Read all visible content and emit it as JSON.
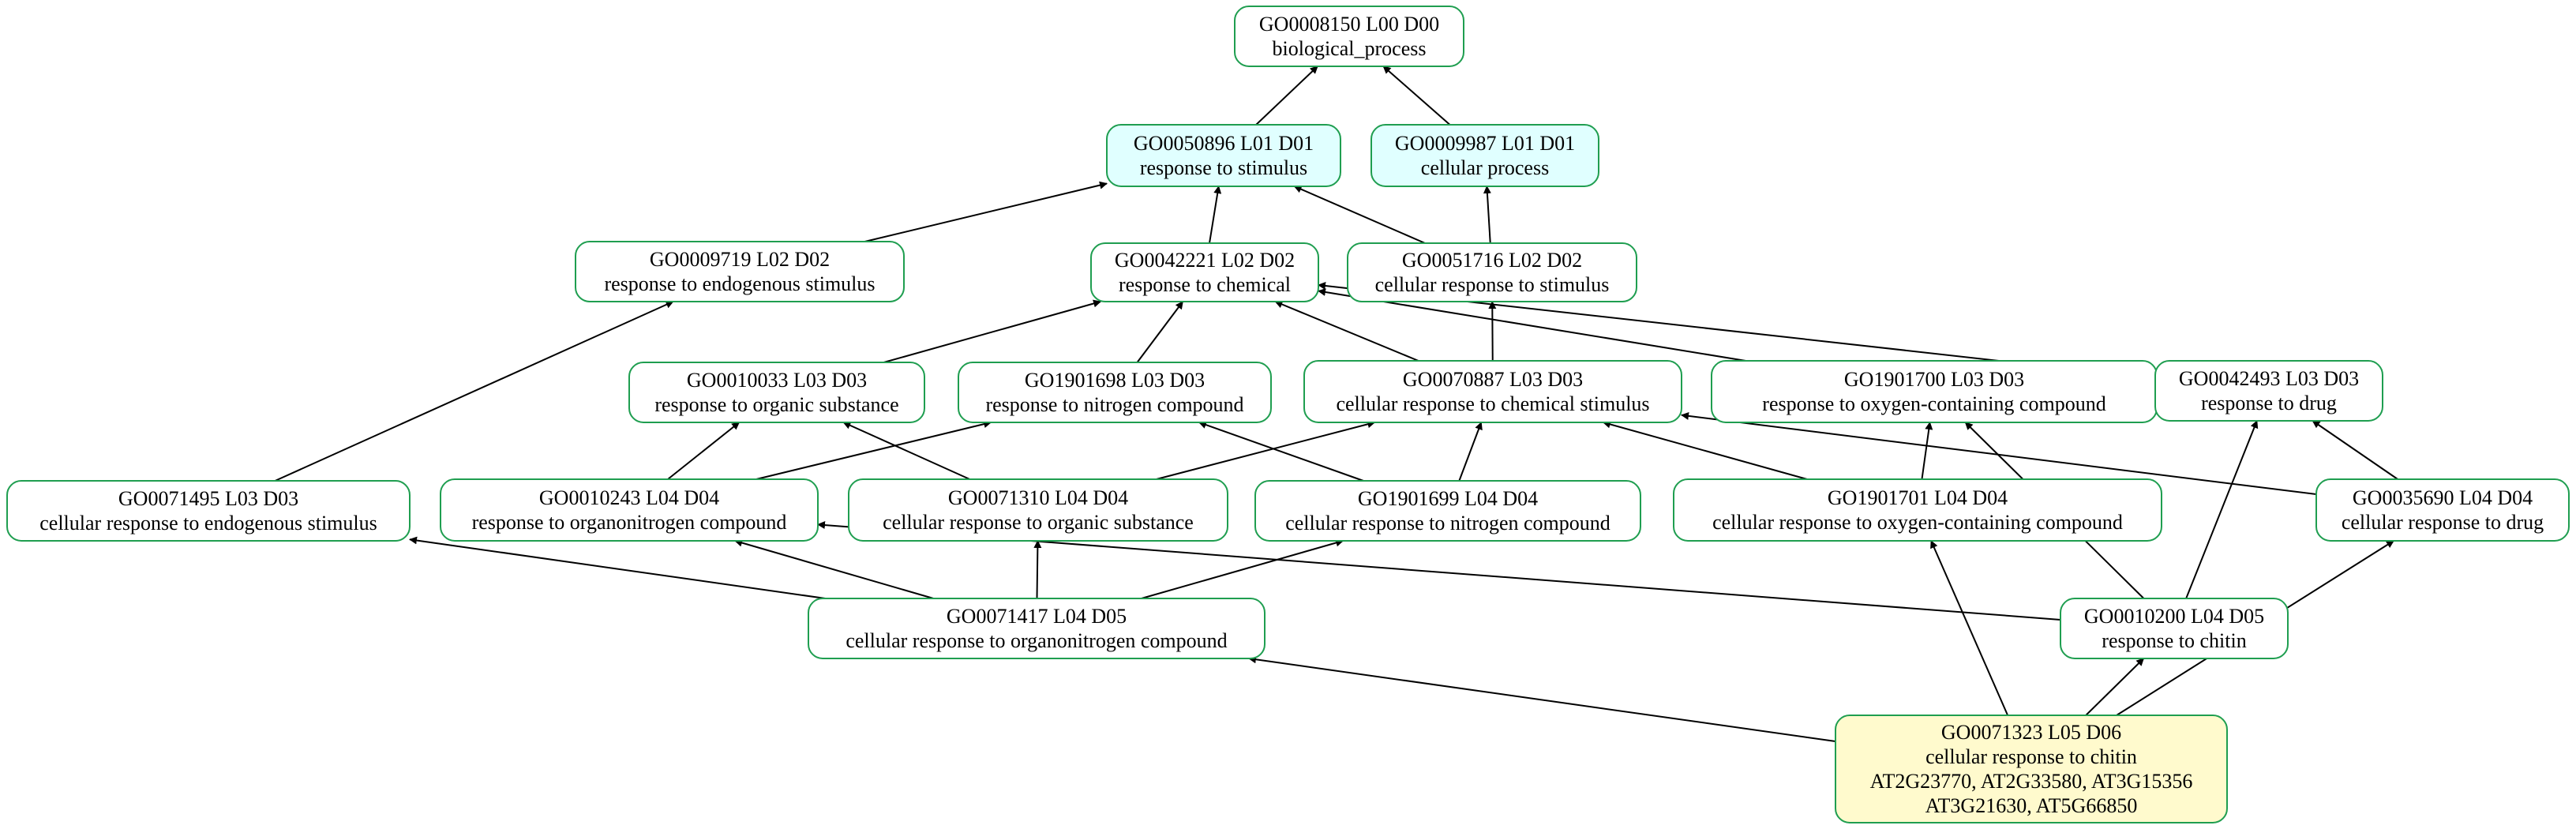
{
  "colors": {
    "border": "#1f9e50",
    "fill_default": "#ffffff",
    "fill_level1": "#e0ffff",
    "fill_target": "#fffacd",
    "edge": "#000000"
  },
  "nodes": [
    {
      "id": "GO0008150",
      "fill": "level0",
      "lines": [
        "GO0008150 L00 D00",
        "biological_process"
      ]
    },
    {
      "id": "GO0050896",
      "fill": "level1",
      "lines": [
        "GO0050896 L01 D01",
        "response to stimulus"
      ]
    },
    {
      "id": "GO0009987",
      "fill": "level1",
      "lines": [
        "GO0009987 L01 D01",
        "cellular process"
      ]
    },
    {
      "id": "GO0009719",
      "fill": "level0",
      "lines": [
        "GO0009719 L02 D02",
        "response to endogenous stimulus"
      ]
    },
    {
      "id": "GO0042221",
      "fill": "level0",
      "lines": [
        "GO0042221 L02 D02",
        "response to chemical"
      ]
    },
    {
      "id": "GO0051716",
      "fill": "level0",
      "lines": [
        "GO0051716 L02 D02",
        "cellular response to stimulus"
      ]
    },
    {
      "id": "GO0010033",
      "fill": "level0",
      "lines": [
        "GO0010033 L03 D03",
        "response to organic substance"
      ]
    },
    {
      "id": "GO1901698",
      "fill": "level0",
      "lines": [
        "GO1901698 L03 D03",
        "response to nitrogen compound"
      ]
    },
    {
      "id": "GO0070887",
      "fill": "level0",
      "lines": [
        "GO0070887 L03 D03",
        "cellular response to chemical stimulus"
      ]
    },
    {
      "id": "GO1901700",
      "fill": "level0",
      "lines": [
        "GO1901700 L03 D03",
        "response to oxygen-containing compound"
      ]
    },
    {
      "id": "GO0042493",
      "fill": "level0",
      "lines": [
        "GO0042493 L03 D03",
        "response to drug"
      ]
    },
    {
      "id": "GO0071495",
      "fill": "level0",
      "lines": [
        "GO0071495 L03 D03",
        "cellular response to endogenous stimulus"
      ]
    },
    {
      "id": "GO0010243",
      "fill": "level0",
      "lines": [
        "GO0010243 L04 D04",
        "response to organonitrogen compound"
      ]
    },
    {
      "id": "GO0071310",
      "fill": "level0",
      "lines": [
        "GO0071310 L04 D04",
        "cellular response to organic substance"
      ]
    },
    {
      "id": "GO1901699",
      "fill": "level0",
      "lines": [
        "GO1901699 L04 D04",
        "cellular response to nitrogen compound"
      ]
    },
    {
      "id": "GO1901701",
      "fill": "level0",
      "lines": [
        "GO1901701 L04 D04",
        "cellular response to oxygen-containing compound"
      ]
    },
    {
      "id": "GO0035690",
      "fill": "level0",
      "lines": [
        "GO0035690 L04 D04",
        "cellular response to drug"
      ]
    },
    {
      "id": "GO0071417",
      "fill": "level0",
      "lines": [
        "GO0071417 L04 D05",
        "cellular response to organonitrogen compound"
      ]
    },
    {
      "id": "GO0010200",
      "fill": "level0",
      "lines": [
        "GO0010200 L04 D05",
        "response to chitin"
      ]
    },
    {
      "id": "GO0071323",
      "fill": "target",
      "lines": [
        "GO0071323 L05 D06",
        "cellular response to chitin",
        "AT2G23770, AT2G33580, AT3G15356",
        "AT3G21630, AT5G66850"
      ]
    }
  ],
  "edges": [
    {
      "from": "GO0050896",
      "to": "GO0008150"
    },
    {
      "from": "GO0009987",
      "to": "GO0008150"
    },
    {
      "from": "GO0009719",
      "to": "GO0050896"
    },
    {
      "from": "GO0042221",
      "to": "GO0050896"
    },
    {
      "from": "GO0051716",
      "to": "GO0050896"
    },
    {
      "from": "GO0051716",
      "to": "GO0009987"
    },
    {
      "from": "GO0010033",
      "to": "GO0042221"
    },
    {
      "from": "GO1901698",
      "to": "GO0042221"
    },
    {
      "from": "GO0070887",
      "to": "GO0042221"
    },
    {
      "from": "GO0070887",
      "to": "GO0051716"
    },
    {
      "from": "GO1901700",
      "to": "GO0042221"
    },
    {
      "from": "GO0042493",
      "to": "GO0042221"
    },
    {
      "from": "GO0071495",
      "to": "GO0009719"
    },
    {
      "from": "GO0010243",
      "to": "GO0010033"
    },
    {
      "from": "GO0010243",
      "to": "GO1901698"
    },
    {
      "from": "GO0071310",
      "to": "GO0010033"
    },
    {
      "from": "GO0071310",
      "to": "GO0070887"
    },
    {
      "from": "GO1901699",
      "to": "GO1901698"
    },
    {
      "from": "GO1901699",
      "to": "GO0070887"
    },
    {
      "from": "GO1901701",
      "to": "GO0070887"
    },
    {
      "from": "GO1901701",
      "to": "GO1901700"
    },
    {
      "from": "GO0035690",
      "to": "GO0070887"
    },
    {
      "from": "GO0035690",
      "to": "GO0042493"
    },
    {
      "from": "GO0071417",
      "to": "GO0071495"
    },
    {
      "from": "GO0071417",
      "to": "GO0010243"
    },
    {
      "from": "GO0071417",
      "to": "GO0071310"
    },
    {
      "from": "GO0071417",
      "to": "GO1901699"
    },
    {
      "from": "GO0010200",
      "to": "GO0010243"
    },
    {
      "from": "GO0010200",
      "to": "GO1901700"
    },
    {
      "from": "GO0010200",
      "to": "GO0042493"
    },
    {
      "from": "GO0071323",
      "to": "GO0071417"
    },
    {
      "from": "GO0071323",
      "to": "GO1901701"
    },
    {
      "from": "GO0071323",
      "to": "GO0010200"
    },
    {
      "from": "GO0071323",
      "to": "GO0035690"
    }
  ]
}
